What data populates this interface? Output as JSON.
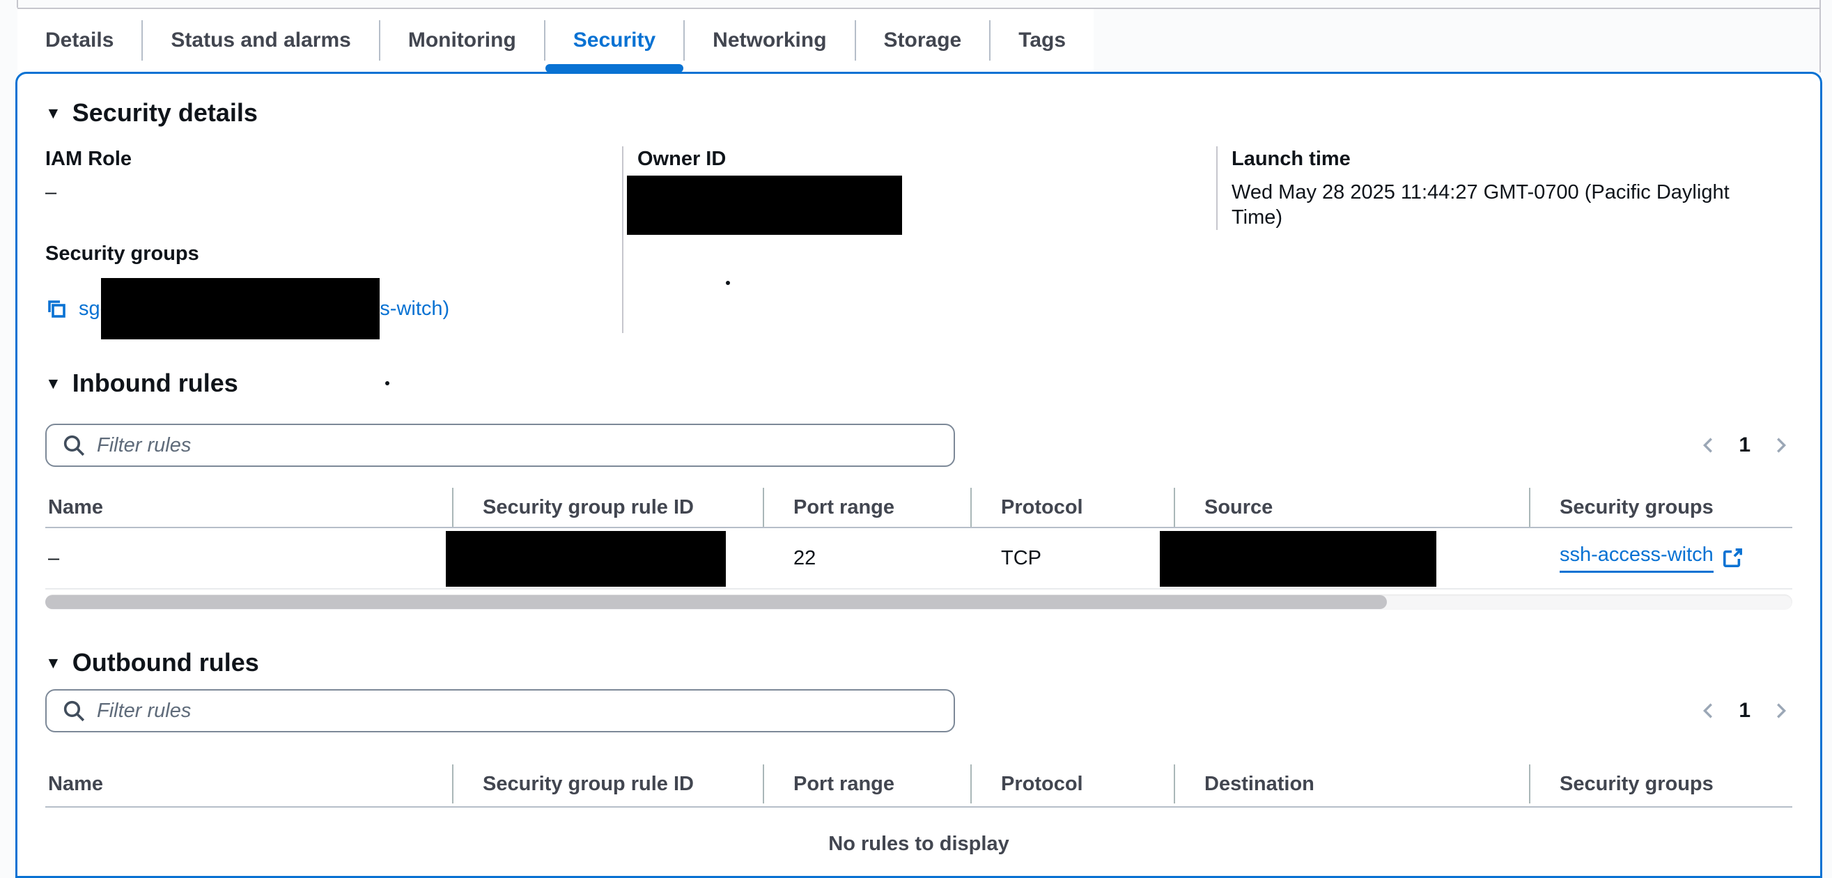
{
  "tabs": {
    "items": [
      {
        "label": "Details",
        "active": false
      },
      {
        "label": "Status and alarms",
        "active": false
      },
      {
        "label": "Monitoring",
        "active": false
      },
      {
        "label": "Security",
        "active": true
      },
      {
        "label": "Networking",
        "active": false
      },
      {
        "label": "Storage",
        "active": false
      },
      {
        "label": "Tags",
        "active": false
      }
    ]
  },
  "security_details": {
    "title": "Security details",
    "iam_role": {
      "label": "IAM Role",
      "value": "–"
    },
    "owner_id": {
      "label": "Owner ID",
      "value": "[redacted]"
    },
    "launch_time": {
      "label": "Launch time",
      "value": "Wed May 28 2025 11:44:27 GMT-0700 (Pacific Daylight Time)"
    },
    "security_groups": {
      "label": "Security groups",
      "link_prefix": "sg-",
      "link_redacted_middle": "[redacted]",
      "link_suffix": "s-witch)"
    }
  },
  "inbound": {
    "title": "Inbound rules",
    "filter_placeholder": "Filter rules",
    "page": "1",
    "columns": [
      "Name",
      "Security group rule ID",
      "Port range",
      "Protocol",
      "Source",
      "Security groups"
    ],
    "row": {
      "name": "–",
      "security_group_rule_id": "[redacted]",
      "port_range": "22",
      "protocol": "TCP",
      "source": "[redacted]",
      "security_group": "ssh-access-witch"
    }
  },
  "outbound": {
    "title": "Outbound rules",
    "filter_placeholder": "Filter rules",
    "page": "1",
    "columns": [
      "Name",
      "Security group rule ID",
      "Port range",
      "Protocol",
      "Destination",
      "Security groups"
    ],
    "empty_text": "No rules to display"
  },
  "colors": {
    "accent": "#0972d3",
    "tab_text": "#424650",
    "header_text": "#424650",
    "body_text": "#0f141a",
    "divider": "#b6bec9",
    "redaction": "#000000"
  }
}
